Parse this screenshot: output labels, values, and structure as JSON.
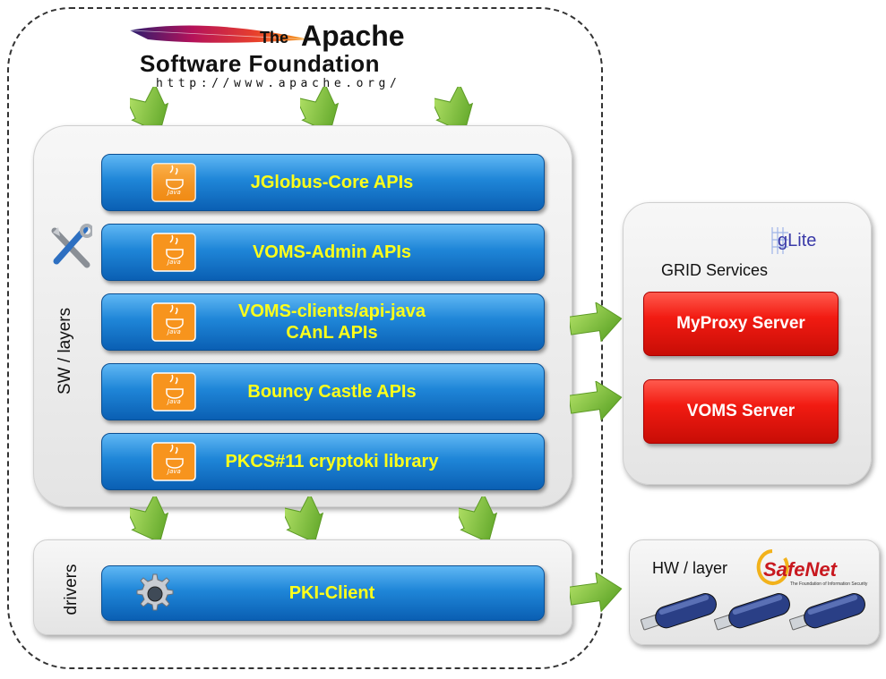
{
  "apache": {
    "the": "The",
    "name": "Apache",
    "foundation": "Software Foundation",
    "url": "http://www.apache.org/"
  },
  "sw_layers": {
    "label": "SW / layers",
    "bars": [
      {
        "text": "JGlobus-Core APIs"
      },
      {
        "text": "VOMS-Admin APIs"
      },
      {
        "text": "VOMS-clients/api-java\nCAnL APIs"
      },
      {
        "text": "Bouncy Castle APIs"
      },
      {
        "text": "PKCS#11 cryptoki library"
      }
    ],
    "java_label": "Java"
  },
  "drivers": {
    "label": "drivers",
    "bar": "PKI-Client"
  },
  "grid": {
    "logo": "gLite",
    "title": "GRID Services",
    "servers": [
      "MyProxy Server",
      "VOMS Server"
    ]
  },
  "hw": {
    "title": "HW / layer",
    "logo": "SafeNet",
    "tagline": "The Foundation of Information Security"
  },
  "colors": {
    "arrow_green": "#7cc63a",
    "bar_text": "#ffff1a",
    "bar_blue": "#1f86d8",
    "server_red": "#f21b12"
  }
}
